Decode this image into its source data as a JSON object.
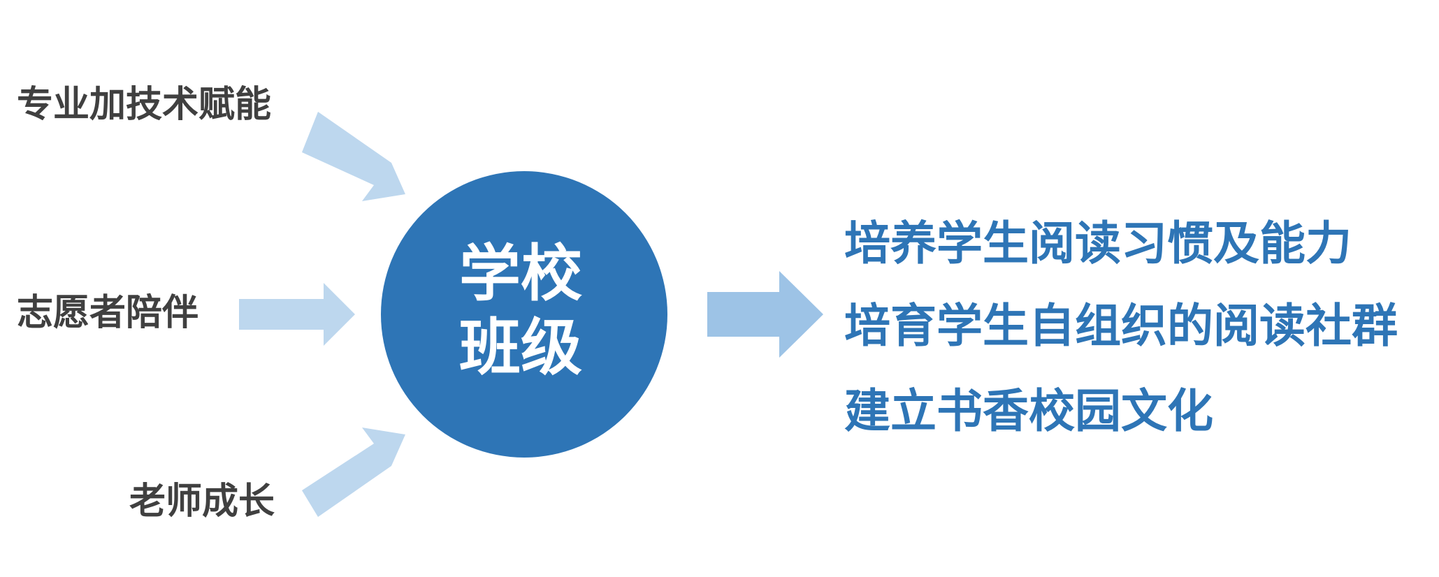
{
  "inputs": [
    {
      "label": "专业加技术赋能"
    },
    {
      "label": "志愿者陪伴"
    },
    {
      "label": "老师成长"
    }
  ],
  "center": {
    "line1": "学校",
    "line2": "班级"
  },
  "outcomes": [
    {
      "label": "培养学生阅读习惯及能力"
    },
    {
      "label": "培育学生自组织的阅读社群"
    },
    {
      "label": "建立书香校园文化"
    }
  ],
  "colors": {
    "circle": "#2e75b6",
    "input_arrow": "#bdd7ee",
    "output_arrow": "#9dc3e6",
    "input_text": "#404040",
    "outcome_text": "#2e75b6",
    "center_text": "#ffffff"
  }
}
